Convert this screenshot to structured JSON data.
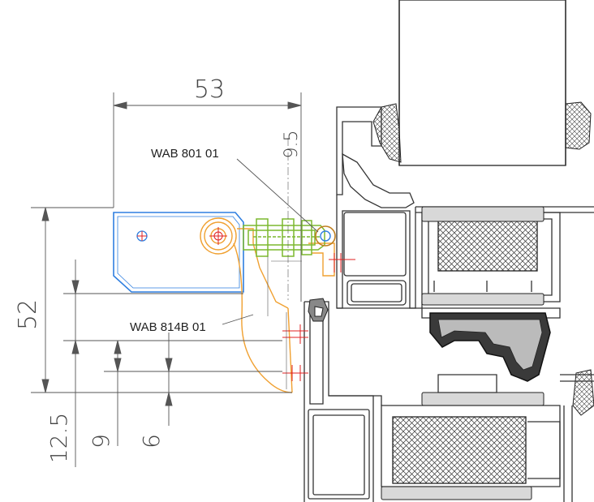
{
  "dimensions": {
    "width_top": "53",
    "height_left": "52",
    "vertical_small": "9.5",
    "offset_a": "12.5",
    "offset_b": "9",
    "offset_c": "6"
  },
  "labels": {
    "part_upper": "WAB 801 01",
    "part_lower": "WAB 814B 01"
  },
  "colors": {
    "outline": "#333333",
    "hatch": "#555555",
    "blue_part": "#2f7fe0",
    "orange_part": "#f0a030",
    "green_part": "#7cb82f",
    "red_marks": "#e02020"
  }
}
